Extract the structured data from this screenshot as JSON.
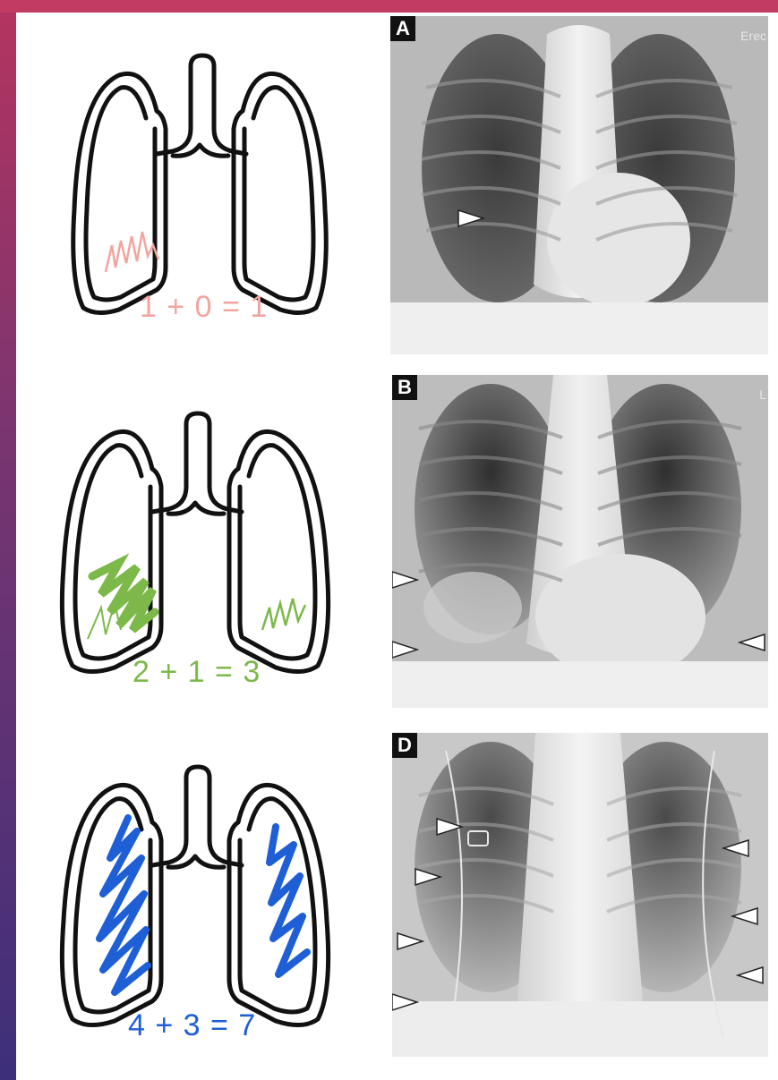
{
  "rows": [
    {
      "score": "1 + 0 = 1",
      "score_color": "#f2a5a0",
      "panel_label": "A",
      "corner_text": "Erec",
      "arrow_count": 1
    },
    {
      "score": "2 + 1 = 3",
      "score_color": "#7cb84a",
      "panel_label": "B",
      "corner_text": "L",
      "arrow_count": 3
    },
    {
      "score": "4 + 3 = 7",
      "score_color": "#1f5fd6",
      "panel_label": "D",
      "corner_text": "",
      "arrow_count": 7
    }
  ],
  "colors": {
    "mild": "#f2a5a0",
    "moderate": "#7cb84a",
    "severe": "#1f5fd6",
    "background_top": "#b5345f",
    "background_bottom": "#3d2f7a"
  },
  "icons": {
    "lung": "lung-outline-icon",
    "arrowhead": "white-triangle-arrowhead-icon"
  }
}
